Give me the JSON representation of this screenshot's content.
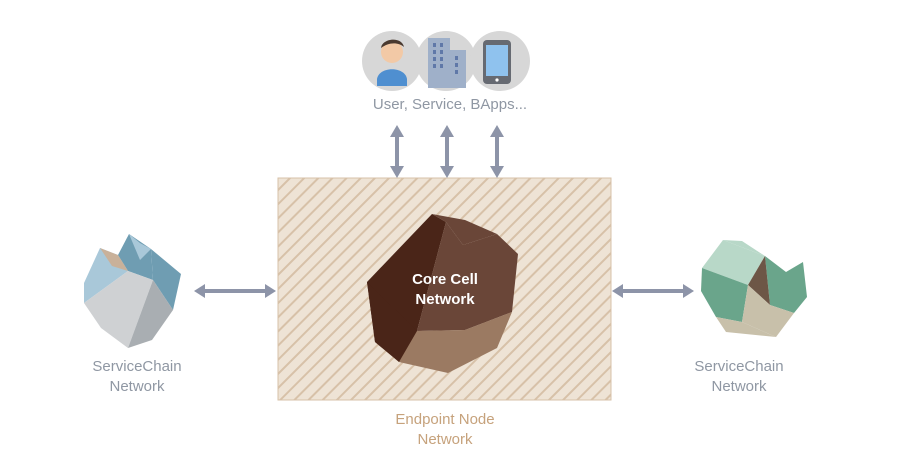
{
  "colors": {
    "muted": "#8f97a3",
    "accent": "#c6a27c",
    "arrow": "#8d94a8",
    "endpoint_fill": "#eee3d5",
    "endpoint_stripe": "#d7c1a8",
    "white": "#ffffff",
    "core_dark": "#4a2518",
    "core_mid": "#6a4638",
    "core_light": "#9b7a62",
    "left_blue": "#a9c8d9",
    "left_blue_dark": "#6f9db2",
    "left_gray": "#cfd1d3",
    "left_gray_dark": "#a9aeb2",
    "left_tan": "#c9b19a",
    "right_green": "#6aa58b",
    "right_green_light": "#b8d8c8",
    "right_brown": "#6d5646",
    "right_beige": "#c8c0aa",
    "user_circle": "#d7d7d7",
    "avatar_skin": "#f2c9a6",
    "avatar_shirt": "#4f8fd0",
    "avatar_hair": "#4a3a30",
    "building_fill": "#9fb0c9",
    "building_window": "#5f78a8",
    "phone_body": "#666a72",
    "phone_screen": "#8fc2ee"
  },
  "labels": {
    "top": "User, Service, BApps...",
    "left": [
      "ServiceChain",
      "Network"
    ],
    "right": [
      "ServiceChain",
      "Network"
    ],
    "core": [
      "Core Cell",
      "Network"
    ],
    "endpoint": [
      "Endpoint Node",
      "Network"
    ]
  },
  "icons": {
    "user": "user-avatar-icon",
    "building": "building-icon",
    "phone": "smartphone-icon",
    "arrow": "double-arrow-icon"
  }
}
